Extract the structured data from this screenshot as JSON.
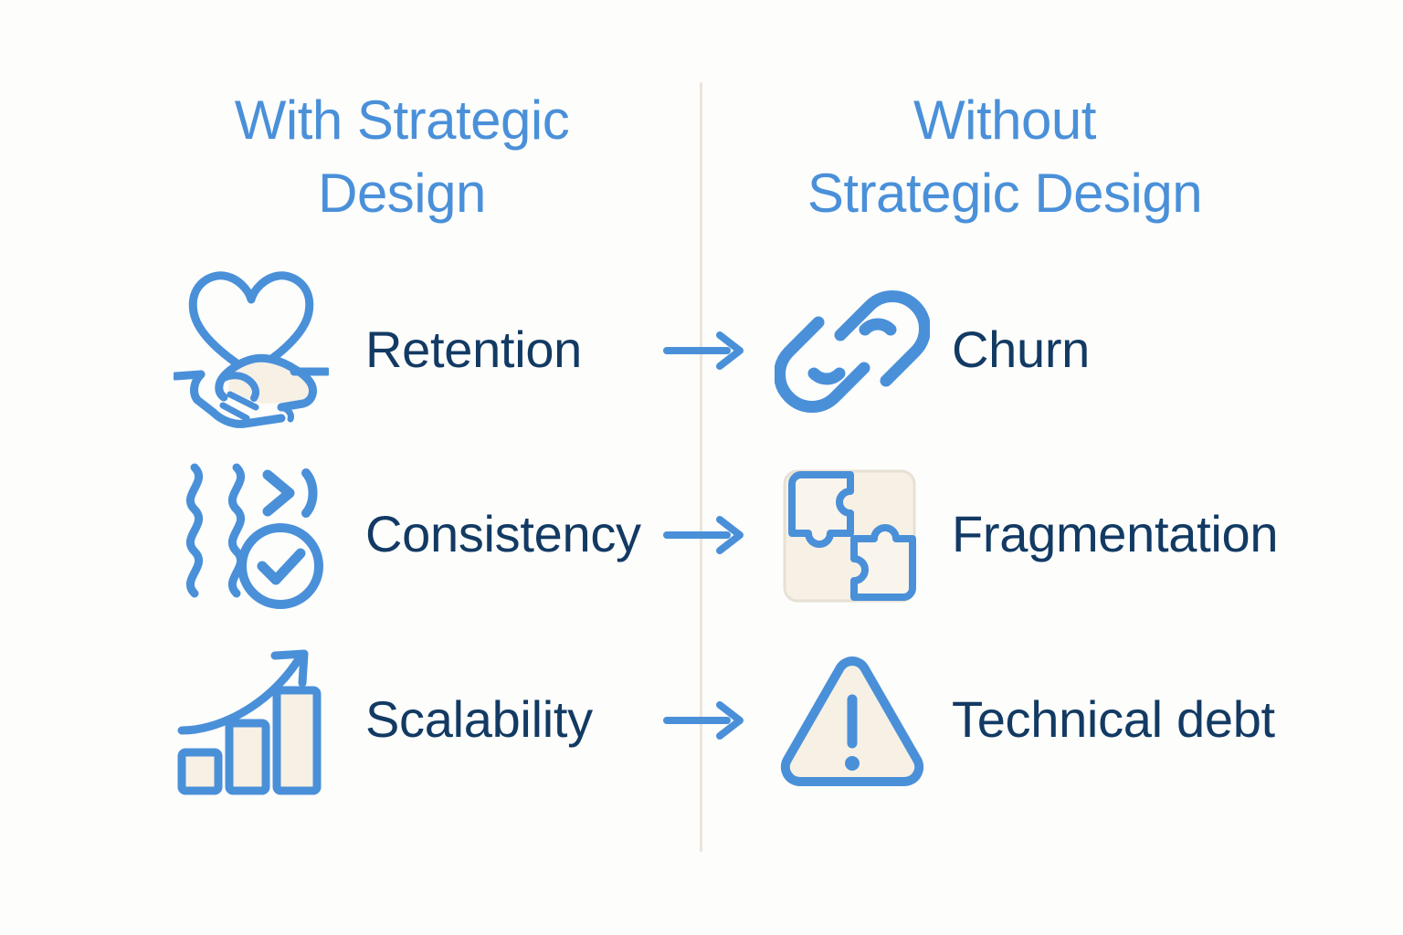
{
  "theme": {
    "background": "#fdfdfc",
    "accent_blue": "#4a90d9",
    "label_navy": "#123a63",
    "cream_fill": "#f7f0e4",
    "divider": "#ece5da"
  },
  "columns": {
    "left_heading": "With Strategic\nDesign",
    "right_heading": "Without\nStrategic Design"
  },
  "rows": [
    {
      "left_icon": "handshake-heart-icon",
      "left_label": "Retention",
      "arrow": "arrow-right-icon",
      "right_icon": "broken-chain-link-icon",
      "right_label": "Churn"
    },
    {
      "left_icon": "consistency-check-icon",
      "left_label": "Consistency",
      "arrow": "arrow-right-icon",
      "right_icon": "puzzle-pieces-icon",
      "right_label": "Fragmentation"
    },
    {
      "left_icon": "growth-bar-chart-icon",
      "left_label": "Scalability",
      "arrow": "arrow-right-icon",
      "right_icon": "warning-triangle-icon",
      "right_label": "Technical debt"
    }
  ]
}
